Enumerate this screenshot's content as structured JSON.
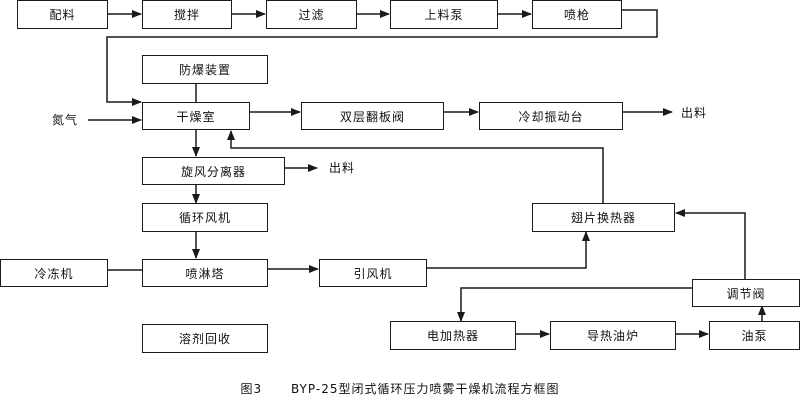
{
  "nodes": {
    "peiliao": "配料",
    "jiaoban": "搅拌",
    "guolv": "过滤",
    "shangliaobeng": "上料泵",
    "penqiang": "喷枪",
    "fangbao": "防爆装置",
    "ganzaoshi": "干燥室",
    "shuangceng": "双层翻板阀",
    "lengque": "冷却振动台",
    "xuanfeng": "旋风分离器",
    "xunhuan": "循环风机",
    "lengdong": "冷冻机",
    "penlinta": "喷淋塔",
    "yinfeng": "引风机",
    "rongji": "溶剂回收",
    "chipian": "翅片换热器",
    "tiaojie": "调节阀",
    "dianjiare": "电加热器",
    "daore": "导热油炉",
    "youbeng": "油泵"
  },
  "labels": {
    "nitrogen": "氮气",
    "outlet_1": "出料",
    "outlet_2": "出料"
  },
  "caption": {
    "figure_no": "图3",
    "title": "BYP-25型闭式循环压力喷雾干燥机流程方框图"
  }
}
